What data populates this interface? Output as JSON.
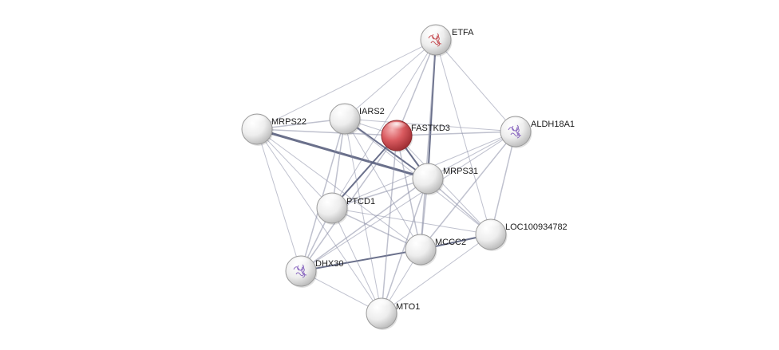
{
  "network": {
    "nodes": [
      {
        "id": "ETFA",
        "label": "ETFA",
        "query": false,
        "structure": "red"
      },
      {
        "id": "MRPS22",
        "label": "MRPS22",
        "query": false,
        "structure": null
      },
      {
        "id": "IARS2",
        "label": "IARS2",
        "query": false,
        "structure": null
      },
      {
        "id": "FASTKD3",
        "label": "FASTKD3",
        "query": true,
        "structure": null
      },
      {
        "id": "ALDH18A1",
        "label": "ALDH18A1",
        "query": false,
        "structure": "purple"
      },
      {
        "id": "MRPS31",
        "label": "MRPS31",
        "query": false,
        "structure": null
      },
      {
        "id": "PTCD1",
        "label": "PTCD1",
        "query": false,
        "structure": null
      },
      {
        "id": "LOC100934782",
        "label": "LOC100934782",
        "query": false,
        "structure": null
      },
      {
        "id": "MCCC2",
        "label": "MCCC2",
        "query": false,
        "structure": null
      },
      {
        "id": "DHX30",
        "label": "DHX30",
        "query": false,
        "structure": "purple"
      },
      {
        "id": "MTO1",
        "label": "MTO1",
        "query": false,
        "structure": null
      }
    ],
    "edges": [
      {
        "source": "MRPS22",
        "target": "MRPS31",
        "weight": 3
      },
      {
        "source": "MCCC2",
        "target": "DHX30",
        "weight": 2
      },
      {
        "source": "MCCC2",
        "target": "LOC100934782",
        "weight": 2
      },
      {
        "source": "FASTKD3",
        "target": "PTCD1",
        "weight": 2
      },
      {
        "source": "IARS2",
        "target": "MRPS31",
        "weight": 2
      },
      {
        "source": "ETFA",
        "target": "MRPS31",
        "weight": 2
      },
      {
        "source": "FASTKD3",
        "target": "MRPS31",
        "weight": 2
      },
      {
        "source": "FASTKD3",
        "target": "ALDH18A1",
        "weight": 1.5
      },
      {
        "source": "ALDH18A1",
        "target": "MCCC2",
        "weight": 1.5
      },
      {
        "source": "ALDH18A1",
        "target": "LOC100934782",
        "weight": 1.5
      },
      {
        "source": "ALDH18A1",
        "target": "PTCD1",
        "weight": 1
      },
      {
        "source": "ALDH18A1",
        "target": "MRPS31",
        "weight": 1
      },
      {
        "source": "ALDH18A1",
        "target": "IARS2",
        "weight": 1
      },
      {
        "source": "ETFA",
        "target": "ALDH18A1",
        "weight": 1
      },
      {
        "source": "ETFA",
        "target": "FASTKD3",
        "weight": 1.5
      },
      {
        "source": "ETFA",
        "target": "IARS2",
        "weight": 1
      },
      {
        "source": "ETFA",
        "target": "MRPS22",
        "weight": 1
      },
      {
        "source": "ETFA",
        "target": "MCCC2",
        "weight": 1.5
      },
      {
        "source": "ETFA",
        "target": "PTCD1",
        "weight": 1
      },
      {
        "source": "ETFA",
        "target": "LOC100934782",
        "weight": 1
      },
      {
        "source": "MRPS22",
        "target": "IARS2",
        "weight": 1.5
      },
      {
        "source": "MRPS22",
        "target": "FASTKD3",
        "weight": 1.5
      },
      {
        "source": "MRPS22",
        "target": "PTCD1",
        "weight": 1
      },
      {
        "source": "MRPS22",
        "target": "DHX30",
        "weight": 1
      },
      {
        "source": "MRPS22",
        "target": "MTO1",
        "weight": 1
      },
      {
        "source": "MRPS22",
        "target": "MCCC2",
        "weight": 1
      },
      {
        "source": "IARS2",
        "target": "FASTKD3",
        "weight": 1
      },
      {
        "source": "IARS2",
        "target": "PTCD1",
        "weight": 1.5
      },
      {
        "source": "IARS2",
        "target": "DHX30",
        "weight": 1.5
      },
      {
        "source": "IARS2",
        "target": "MTO1",
        "weight": 1
      },
      {
        "source": "IARS2",
        "target": "MCCC2",
        "weight": 1
      },
      {
        "source": "IARS2",
        "target": "LOC100934782",
        "weight": 1
      },
      {
        "source": "FASTKD3",
        "target": "DHX30",
        "weight": 1.5
      },
      {
        "source": "FASTKD3",
        "target": "MTO1",
        "weight": 1.5
      },
      {
        "source": "FASTKD3",
        "target": "MCCC2",
        "weight": 1.5
      },
      {
        "source": "FASTKD3",
        "target": "LOC100934782",
        "weight": 1
      },
      {
        "source": "MRPS31",
        "target": "PTCD1",
        "weight": 1.5
      },
      {
        "source": "MRPS31",
        "target": "DHX30",
        "weight": 1.5
      },
      {
        "source": "MRPS31",
        "target": "MTO1",
        "weight": 1.5
      },
      {
        "source": "MRPS31",
        "target": "MCCC2",
        "weight": 1.5
      },
      {
        "source": "MRPS31",
        "target": "LOC100934782",
        "weight": 1.5
      },
      {
        "source": "PTCD1",
        "target": "DHX30",
        "weight": 1.5
      },
      {
        "source": "PTCD1",
        "target": "MTO1",
        "weight": 1
      },
      {
        "source": "PTCD1",
        "target": "MCCC2",
        "weight": 1.5
      },
      {
        "source": "PTCD1",
        "target": "LOC100934782",
        "weight": 1
      },
      {
        "source": "DHX30",
        "target": "MTO1",
        "weight": 1
      },
      {
        "source": "MCCC2",
        "target": "MTO1",
        "weight": 1
      },
      {
        "source": "LOC100934782",
        "target": "MTO1",
        "weight": 1
      },
      {
        "source": "ALDH18A1",
        "target": "DHX30",
        "weight": 1
      }
    ]
  },
  "colors": {
    "edge": "#8a8ea6",
    "edge_strong": "#5a607e",
    "node_fill": "#f2f2f2",
    "node_stroke": "#9a9a9a",
    "query_fill": "#d9575c",
    "query_stroke": "#8e2a2e",
    "structure_red": "#c0393f",
    "structure_purple": "#7a54b8"
  }
}
